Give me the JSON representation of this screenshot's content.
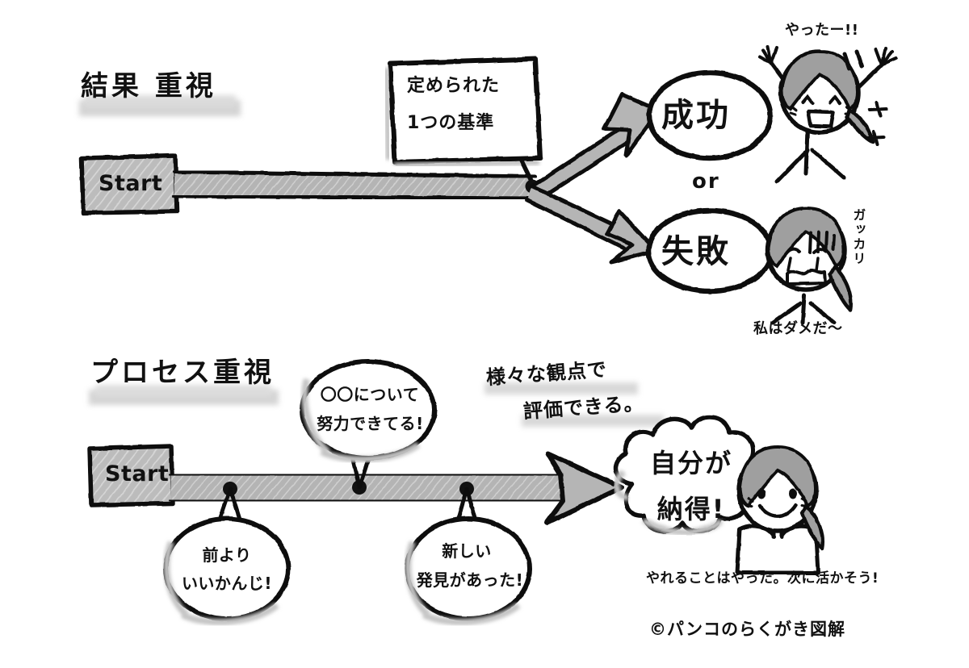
{
  "document": {
    "kind": "hand-drawn-diagram",
    "language": "ja",
    "background_color": "#ffffff",
    "ink_color": "#111111",
    "highlight_color": "#c9c9c9",
    "fill_gray": "#b8b8b8"
  },
  "sections": {
    "results": {
      "title": "結果 重視",
      "start_label": "Start",
      "criterion_box": {
        "line1": "定められた",
        "line2": "1つの基準"
      },
      "outcomes": [
        {
          "label": "成功"
        },
        {
          "label": "失敗"
        }
      ],
      "connector": "or",
      "happy_character": {
        "exclaim": "やったー!!"
      },
      "sad_character": {
        "exclaim": "ガッカリ",
        "caption": "私はダメだ〜"
      }
    },
    "process": {
      "title": "プロセス重視",
      "start_label": "Start",
      "annotation": {
        "line1": "様々な観点で",
        "line2": "評価できる。"
      },
      "top_bubble": {
        "line1": "〇〇について",
        "line2": "努力できてる!"
      },
      "bottom_bubbles": [
        {
          "line1": "前より",
          "line2": "いいかんじ!"
        },
        {
          "line1": "新しい",
          "line2": "発見があった!"
        }
      ],
      "cloud": {
        "line1": "自分が",
        "line2": "納得!"
      },
      "caption": "やれることはやった。次に活かそう!"
    }
  },
  "signature": "©パンコのらくがき図解"
}
